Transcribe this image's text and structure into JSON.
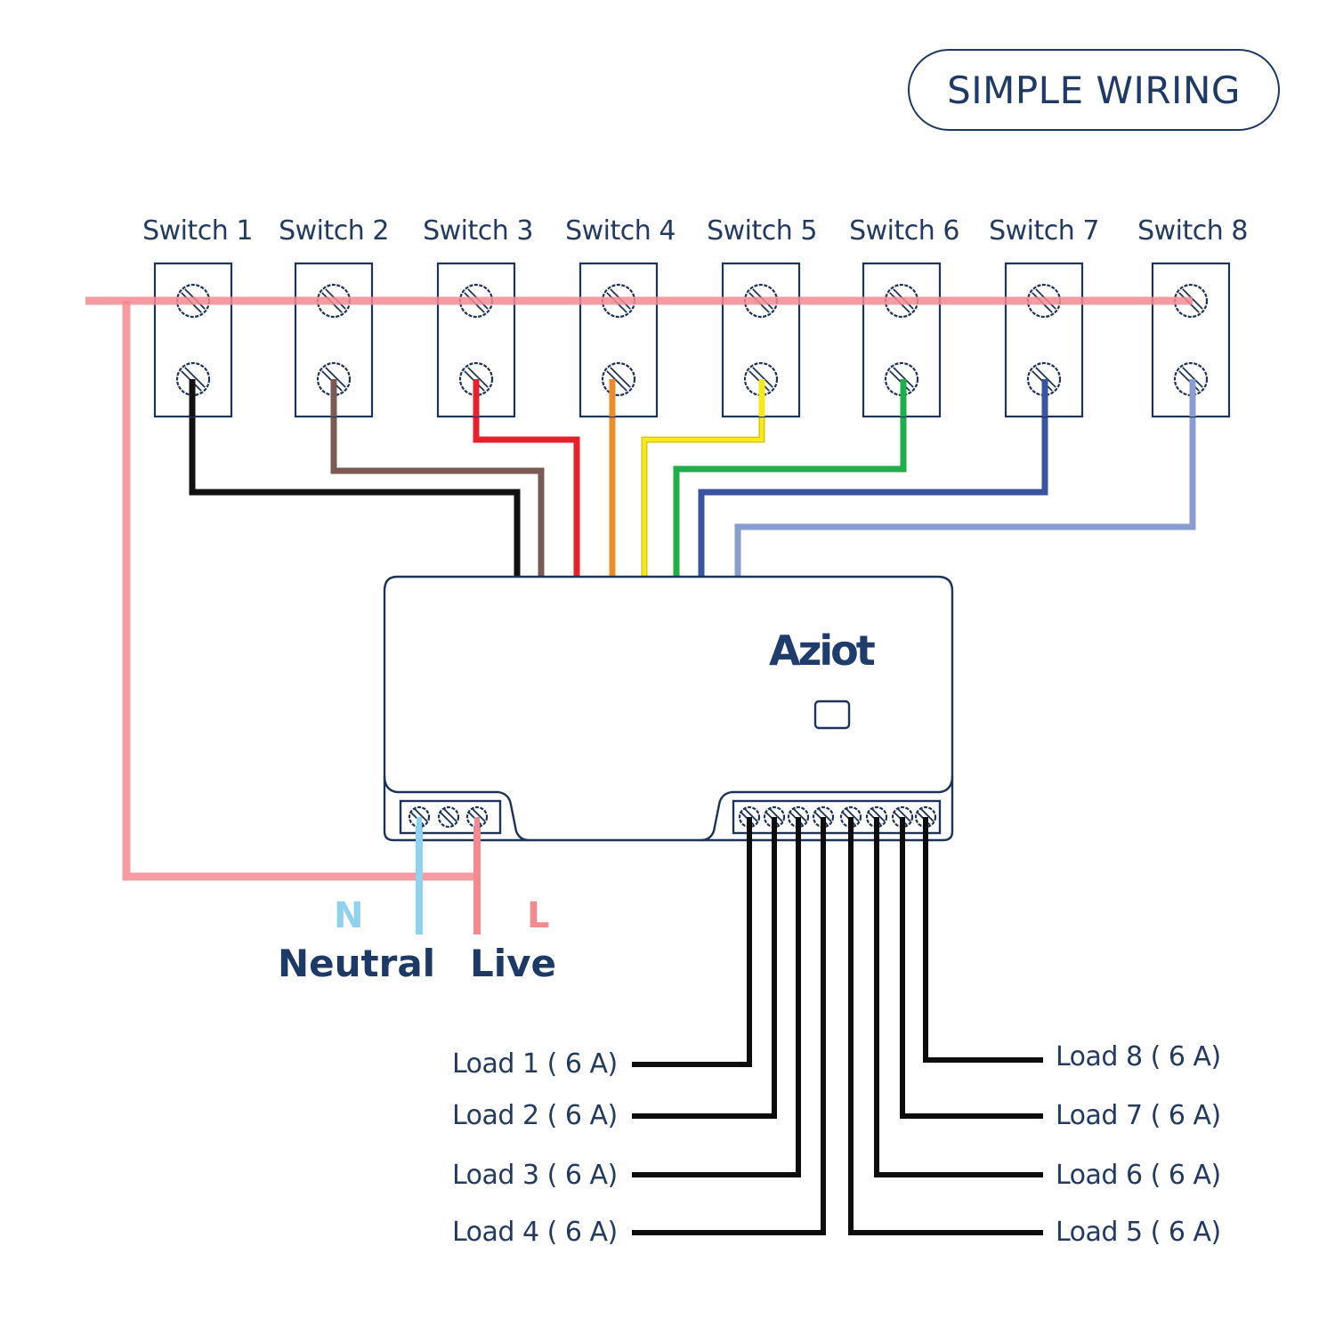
{
  "title": "SIMPLE WIRING",
  "brand": "Aziot",
  "switches": [
    {
      "label": "Switch 1",
      "wire_color": "#111111"
    },
    {
      "label": "Switch 2",
      "wire_color": "#7a5a52"
    },
    {
      "label": "Switch 3",
      "wire_color": "#e8202e"
    },
    {
      "label": "Switch 4",
      "wire_color": "#ef8a2a"
    },
    {
      "label": "Switch 5",
      "wire_color": "#f6ea1a"
    },
    {
      "label": "Switch 6",
      "wire_color": "#1fae48"
    },
    {
      "label": "Switch 7",
      "wire_color": "#3a54a4"
    },
    {
      "label": "Switch 8",
      "wire_color": "#8a9cd0"
    }
  ],
  "power": {
    "neutral": {
      "letter": "N",
      "label": "Neutral",
      "color": "#8fd1ee"
    },
    "live": {
      "letter": "L",
      "label": "Live",
      "color": "#f48a90"
    }
  },
  "loads": [
    {
      "label": "Load 1 ( 6 A)"
    },
    {
      "label": "Load 2 ( 6 A)"
    },
    {
      "label": "Load 3 ( 6 A)"
    },
    {
      "label": "Load 4 ( 6 A)"
    },
    {
      "label": "Load 5 ( 6 A)"
    },
    {
      "label": "Load 6 ( 6 A)"
    },
    {
      "label": "Load 7 ( 6 A)"
    },
    {
      "label": "Load 8 ( 6 A)"
    }
  ],
  "colors": {
    "outline": "#1f3358",
    "load_wire": "#0d0d0d"
  }
}
